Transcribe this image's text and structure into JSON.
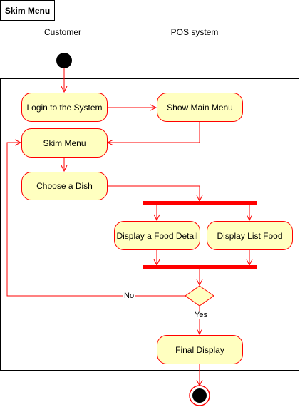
{
  "title": "Skim Menu",
  "lanes": {
    "left": "Customer",
    "right": "POS system"
  },
  "nodes": {
    "login": "Login to the System",
    "show_main_menu": "Show Main Menu",
    "skim_menu": "Skim Menu",
    "choose_dish": "Choose a Dish",
    "display_food_detail": "Display a Food Detail",
    "display_list_food": "Display List Food",
    "final_display": "Final Display"
  },
  "edge_labels": {
    "no": "No",
    "yes": "Yes"
  },
  "colors": {
    "stroke": "#ff0000",
    "fill": "#ffffc0",
    "bar": "#ff0000"
  }
}
